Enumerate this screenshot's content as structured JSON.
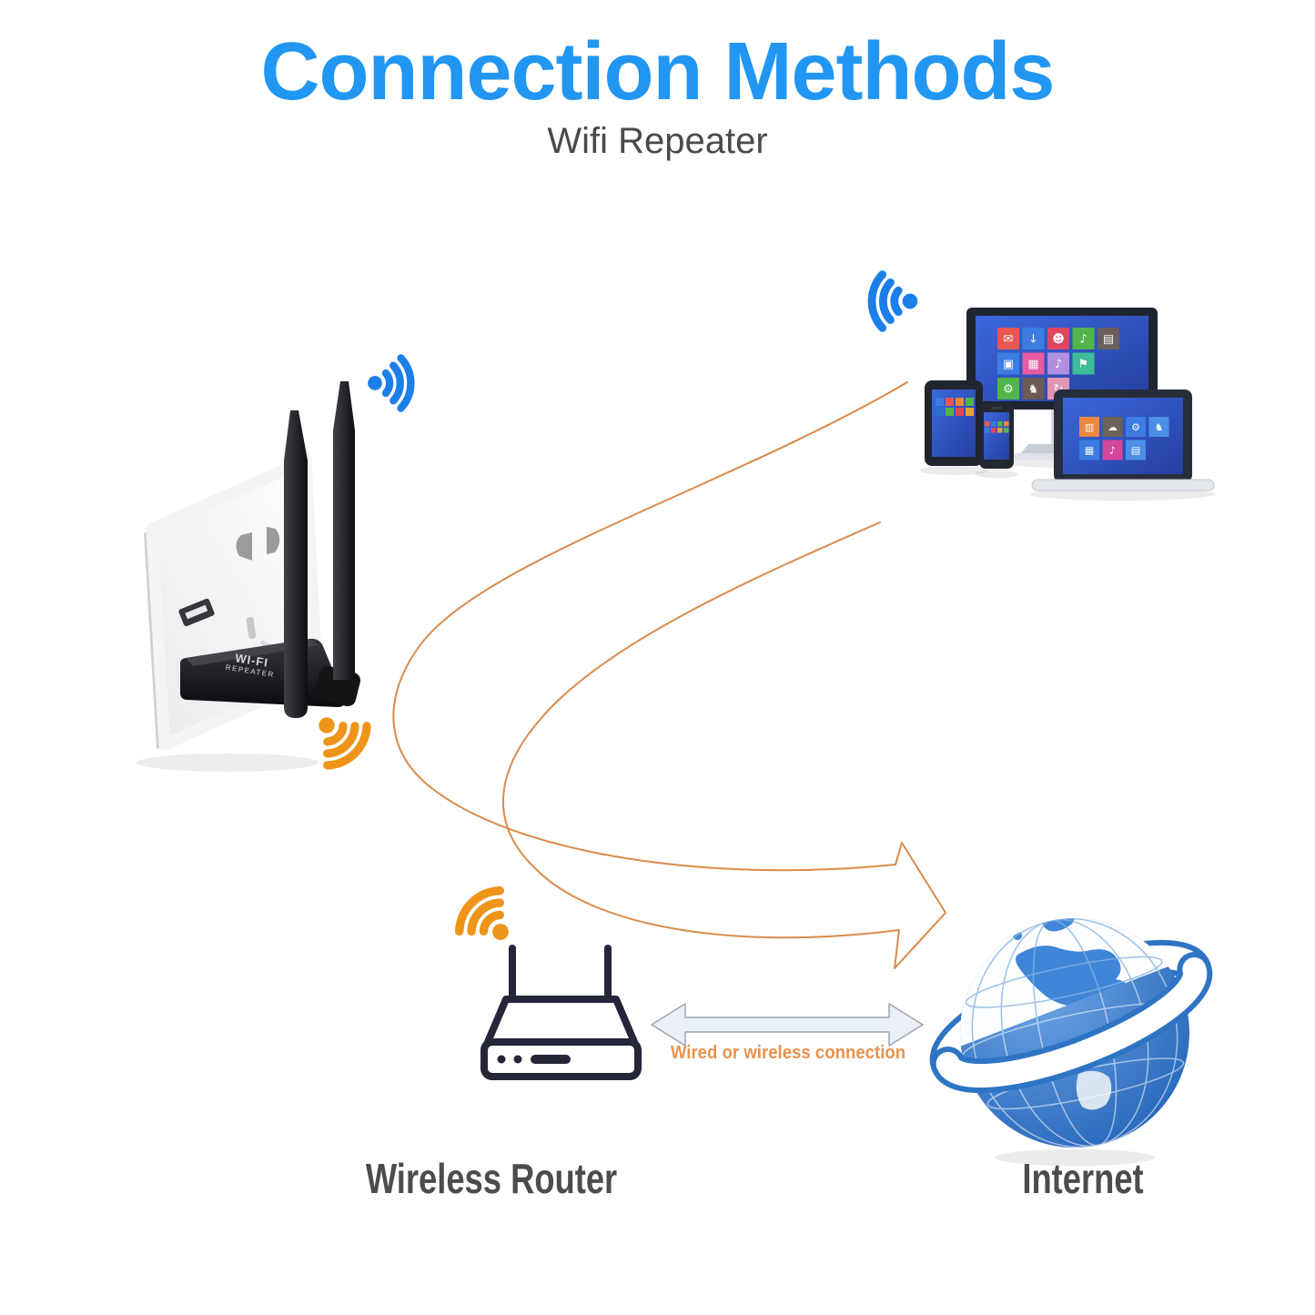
{
  "header": {
    "title": "Connection Methods",
    "subtitle": "Wifi Repeater"
  },
  "repeater": {
    "device_label_line1": "WI-FI",
    "device_label_line2": "REPEATER"
  },
  "connection": {
    "label": "Wired or wireless connection"
  },
  "nodes": {
    "wireless_router": "Wireless Router",
    "internet": "Internet"
  },
  "colors": {
    "title_blue": "#2196F3",
    "subtitle_gray": "#4A4A4A",
    "label_gray": "#4C4C4C",
    "connection_orange": "#E9924E",
    "wifi_blue": "#1C7EE8",
    "wifi_orange": "#EE9418",
    "sweep_orange": "#D98B4B",
    "router_outline": "#26263A",
    "screen_blue": "#2B52C4",
    "globe_blue": "#2E74C4"
  },
  "icons": {
    "wifi_signal_icon": "dot with three radiating arcs",
    "router_icon": "line-art wireless router with two antennas",
    "globe_icon": "blue internet globe wrapped by white ring",
    "sweep_arrow_icon": "large curved outline arrow from devices to globe",
    "double_arrow_icon": "horizontal two-headed arrow between router and globe"
  },
  "device_screens": {
    "monitor_tiles": [
      [
        "#E8574F",
        "#3D7CE0",
        "#E04560",
        "#52B54B",
        "#6B5F5C"
      ],
      [
        "#3D7CE0",
        "#E85BA0",
        "#B08FE0",
        "#3DBD98"
      ],
      [
        "#52B54B",
        "#6B5B52",
        "#E095B5"
      ]
    ],
    "monitor_glyphs": [
      [
        "✉",
        "↓",
        "☻",
        "♪",
        "▤"
      ],
      [
        "▣",
        "▦",
        "♪",
        "⚑"
      ],
      [
        "⚙",
        "♞",
        "↻"
      ]
    ],
    "laptop_tiles": [
      [
        "#E8883D",
        "#6B6258",
        "#3D7CE0",
        "#4A8FE8"
      ],
      [
        "#3D7CE0",
        "#D6469B",
        "#4A8FE8"
      ]
    ],
    "laptop_glyphs": [
      [
        "▥",
        "☁",
        "⚙",
        "♞"
      ],
      [
        "▦",
        "♪",
        "▤"
      ]
    ],
    "tablet_tiles": [
      [
        "#3D7CE0",
        "#E8574F",
        "#E8883D",
        "#52B54B"
      ],
      [
        "#2F6FD0",
        "#52B54B",
        "#E04560",
        "#E8A23D"
      ]
    ],
    "phone_tiles": [
      [
        "#E8574F",
        "#3D7CE0",
        "#52B54B",
        "#E8883D"
      ],
      [
        "#3D7CE0",
        "#E04560",
        "#E8A23D",
        "#52B54B"
      ]
    ]
  }
}
